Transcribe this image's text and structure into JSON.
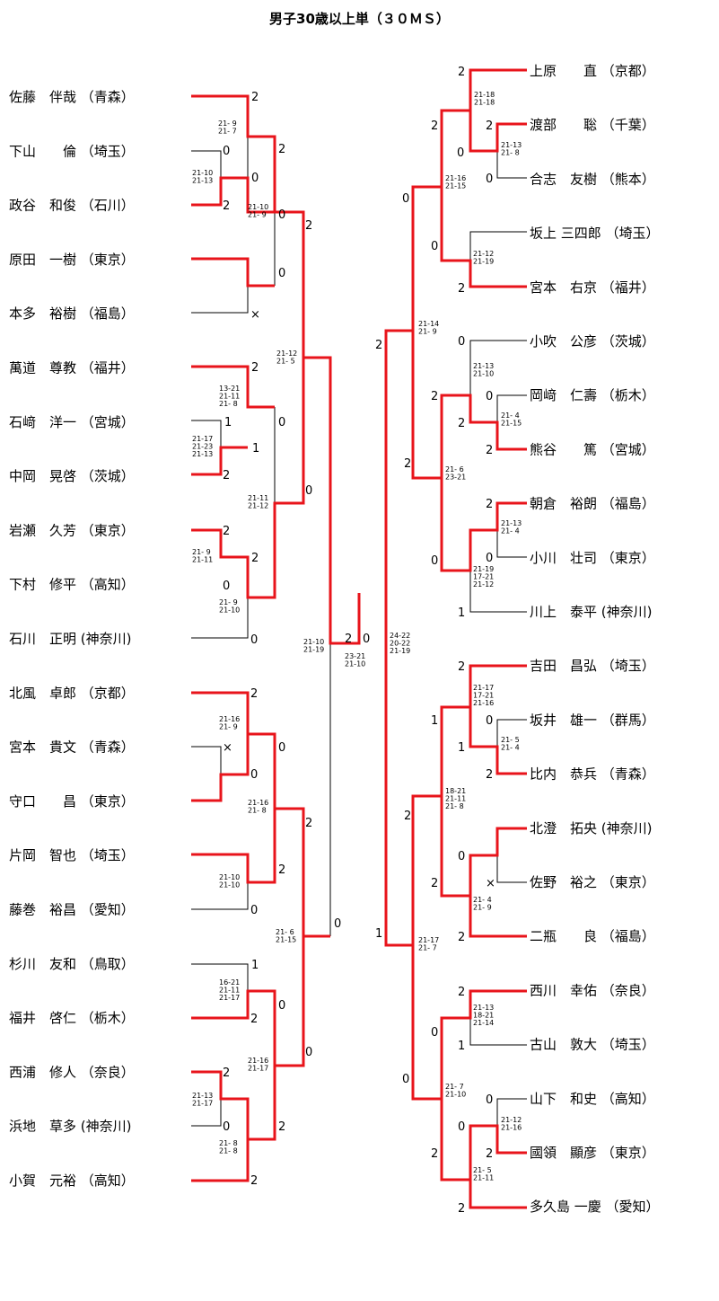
{
  "title": "男子30歳以上単（３０ＭＳ）",
  "colors": {
    "winner_line": "#e8141b",
    "loser_line": "#000000"
  },
  "left_players": [
    {
      "name": "佐藤　伴哉",
      "pref": "（青森）"
    },
    {
      "name": "下山　　倫",
      "pref": "（埼玉）"
    },
    {
      "name": "政谷　和俊",
      "pref": "（石川）"
    },
    {
      "name": "原田　一樹",
      "pref": "（東京）"
    },
    {
      "name": "本多　裕樹",
      "pref": "（福島）"
    },
    {
      "name": "萬道　尊教",
      "pref": "（福井）"
    },
    {
      "name": "石﨑　洋一",
      "pref": "（宮城）"
    },
    {
      "name": "中岡　晃啓",
      "pref": "（茨城）"
    },
    {
      "name": "岩瀬　久芳",
      "pref": "（東京）"
    },
    {
      "name": "下村　修平",
      "pref": "（高知）"
    },
    {
      "name": "石川　正明",
      "pref": "(神奈川)"
    },
    {
      "name": "北風　卓郎",
      "pref": "（京都）"
    },
    {
      "name": "宮本　貴文",
      "pref": "（青森）"
    },
    {
      "name": "守口　　昌",
      "pref": "（東京）"
    },
    {
      "name": "片岡　智也",
      "pref": "（埼玉）"
    },
    {
      "name": "藤巻　裕昌",
      "pref": "（愛知）"
    },
    {
      "name": "杉川　友和",
      "pref": "（鳥取）"
    },
    {
      "name": "福井　啓仁",
      "pref": "（栃木）"
    },
    {
      "name": "西浦　修人",
      "pref": "（奈良）"
    },
    {
      "name": "浜地　草多",
      "pref": "(神奈川)"
    },
    {
      "name": "小賀　元裕",
      "pref": "（高知）"
    }
  ],
  "right_players": [
    {
      "name": "上原　　直",
      "pref": "（京都）"
    },
    {
      "name": "渡部　　聡",
      "pref": "（千葉）"
    },
    {
      "name": "合志　友樹",
      "pref": "（熊本）"
    },
    {
      "name": "坂上 三四郎",
      "pref": "（埼玉）"
    },
    {
      "name": "宮本　右京",
      "pref": "（福井）"
    },
    {
      "name": "小吹　公彦",
      "pref": "（茨城）"
    },
    {
      "name": "岡﨑　仁壽",
      "pref": "（栃木）"
    },
    {
      "name": "熊谷　　篤",
      "pref": "（宮城）"
    },
    {
      "name": "朝倉　裕朗",
      "pref": "（福島）"
    },
    {
      "name": "小川　壮司",
      "pref": "（東京）"
    },
    {
      "name": "川上　泰平",
      "pref": "(神奈川)"
    },
    {
      "name": "吉田　昌弘",
      "pref": "（埼玉）"
    },
    {
      "name": "坂井　雄一",
      "pref": "（群馬）"
    },
    {
      "name": "比内　恭兵",
      "pref": "（青森）"
    },
    {
      "name": "北澄　拓央",
      "pref": "(神奈川)"
    },
    {
      "name": "佐野　裕之",
      "pref": "（東京）"
    },
    {
      "name": "二瓶　　良",
      "pref": "（福島）"
    },
    {
      "name": "西川　幸佑",
      "pref": "（奈良）"
    },
    {
      "name": "古山　敦大",
      "pref": "（埼玉）"
    },
    {
      "name": "山下　和史",
      "pref": "（高知）"
    },
    {
      "name": "國領　顯彦",
      "pref": "（東京）"
    },
    {
      "name": "多久島 一慶",
      "pref": "（愛知）"
    }
  ],
  "round_scores": [
    {
      "id": "L1a",
      "value": "2"
    },
    {
      "id": "L1b",
      "value": "0"
    },
    {
      "id": "L2a",
      "value": "0"
    },
    {
      "id": "L2b",
      "value": "2"
    },
    {
      "id": "L3a",
      "value": "2"
    },
    {
      "id": "L3b",
      "value": "0"
    },
    {
      "id": "L4a",
      "value": "0"
    },
    {
      "id": "L4b",
      "value": "×"
    },
    {
      "id": "L5a",
      "value": "2"
    },
    {
      "id": "L6a",
      "value": "1"
    },
    {
      "id": "L6b",
      "value": "1"
    },
    {
      "id": "L6c",
      "value": "2"
    },
    {
      "id": "L7a",
      "value": "0"
    },
    {
      "id": "L8a",
      "value": "2"
    },
    {
      "id": "L8b",
      "value": "0"
    },
    {
      "id": "L9a",
      "value": "2"
    },
    {
      "id": "L9b",
      "value": "2"
    },
    {
      "id": "L10a",
      "value": "0"
    },
    {
      "id": "L11a",
      "value": "0"
    },
    {
      "id": "L12a",
      "value": "2"
    },
    {
      "id": "L12b",
      "value": "×"
    },
    {
      "id": "L12c",
      "value": "0"
    },
    {
      "id": "L13a",
      "value": "0"
    },
    {
      "id": "L14a",
      "value": "2"
    },
    {
      "id": "L14b",
      "value": "2"
    },
    {
      "id": "L15a",
      "value": "0"
    },
    {
      "id": "L16a",
      "value": "0"
    },
    {
      "id": "L17a",
      "value": "1"
    },
    {
      "id": "L17b",
      "value": "2"
    },
    {
      "id": "L18a",
      "value": "0"
    },
    {
      "id": "L19a",
      "value": "0"
    },
    {
      "id": "L20a",
      "value": "2"
    },
    {
      "id": "L20b",
      "value": "0"
    },
    {
      "id": "L21a",
      "value": "2"
    },
    {
      "id": "L21b",
      "value": "2"
    },
    {
      "id": "SFL",
      "value": "2"
    },
    {
      "id": "SFR",
      "value": "0"
    },
    {
      "id": "R1a",
      "value": "2"
    },
    {
      "id": "R1b",
      "value": "2"
    },
    {
      "id": "R1c",
      "value": "0"
    },
    {
      "id": "R1d",
      "value": "0"
    },
    {
      "id": "R2a",
      "value": "2"
    },
    {
      "id": "R2b",
      "value": "0"
    },
    {
      "id": "R2c",
      "value": "0"
    },
    {
      "id": "R2d",
      "value": "2"
    },
    {
      "id": "R3a",
      "value": "2"
    },
    {
      "id": "R3b",
      "value": "0"
    },
    {
      "id": "R3c",
      "value": "0"
    },
    {
      "id": "R3d",
      "value": "2"
    },
    {
      "id": "R3e",
      "value": "2"
    },
    {
      "id": "R3f",
      "value": "2"
    },
    {
      "id": "R4a",
      "value": "2"
    },
    {
      "id": "R4b",
      "value": "2"
    },
    {
      "id": "R4c",
      "value": "0"
    },
    {
      "id": "R4d",
      "value": "0"
    },
    {
      "id": "R4e",
      "value": "1"
    },
    {
      "id": "R5a",
      "value": "2"
    },
    {
      "id": "R5b",
      "value": "1"
    },
    {
      "id": "R5c",
      "value": "0"
    },
    {
      "id": "R5d",
      "value": "1"
    },
    {
      "id": "R5e",
      "value": "2"
    },
    {
      "id": "R6a",
      "value": "2"
    },
    {
      "id": "R6b",
      "value": "0"
    },
    {
      "id": "R6c",
      "value": "×"
    },
    {
      "id": "R6d",
      "value": "2"
    },
    {
      "id": "R6e",
      "value": "2"
    },
    {
      "id": "R6f",
      "value": "1"
    },
    {
      "id": "R7a",
      "value": "2"
    },
    {
      "id": "R7b",
      "value": "0"
    },
    {
      "id": "R7c",
      "value": "1"
    },
    {
      "id": "R7d",
      "value": "0"
    },
    {
      "id": "R8a",
      "value": "0"
    },
    {
      "id": "R8b",
      "value": "0"
    },
    {
      "id": "R8c",
      "value": "2"
    },
    {
      "id": "R8d",
      "value": "2"
    },
    {
      "id": "R8e",
      "value": "2"
    }
  ],
  "set_scores": [
    {
      "id": "s1",
      "lines": [
        "21- 9",
        "21- 7"
      ]
    },
    {
      "id": "s2",
      "lines": [
        "21-10",
        "21-13"
      ]
    },
    {
      "id": "s3",
      "lines": [
        "21-10",
        "21- 9"
      ]
    },
    {
      "id": "s4",
      "lines": [
        "13-21",
        "21-11",
        "21- 8"
      ]
    },
    {
      "id": "s5",
      "lines": [
        "21-17",
        "21-23",
        "21-13"
      ]
    },
    {
      "id": "s6",
      "lines": [
        "21-12",
        "21- 5"
      ]
    },
    {
      "id": "s7",
      "lines": [
        "21- 9",
        "21-11"
      ]
    },
    {
      "id": "s8",
      "lines": [
        "21- 9",
        "21-10"
      ]
    },
    {
      "id": "s9",
      "lines": [
        "21-11",
        "21-12"
      ]
    },
    {
      "id": "s10",
      "lines": [
        "21-16",
        "21- 9"
      ]
    },
    {
      "id": "s11",
      "lines": [
        "21-16",
        "21- 8"
      ]
    },
    {
      "id": "s12",
      "lines": [
        "21-10",
        "21-10"
      ]
    },
    {
      "id": "s13",
      "lines": [
        "16-21",
        "21-11",
        "21-17"
      ]
    },
    {
      "id": "s14",
      "lines": [
        "21-13",
        "21-17"
      ]
    },
    {
      "id": "s15",
      "lines": [
        "21-16",
        "21-17"
      ]
    },
    {
      "id": "s16",
      "lines": [
        "21- 8",
        "21- 8"
      ]
    },
    {
      "id": "s17",
      "lines": [
        "21- 6",
        "21-15"
      ]
    },
    {
      "id": "s18",
      "lines": [
        "21-10",
        "21-19"
      ]
    },
    {
      "id": "s19",
      "lines": [
        "23-21",
        "21-10"
      ]
    },
    {
      "id": "s20",
      "lines": [
        "24-22",
        "20-22",
        "21-19"
      ]
    },
    {
      "id": "r1",
      "lines": [
        "21-18",
        "21-18"
      ]
    },
    {
      "id": "r2",
      "lines": [
        "21-13",
        "21- 8"
      ]
    },
    {
      "id": "r3",
      "lines": [
        "21-16",
        "21-15"
      ]
    },
    {
      "id": "r4",
      "lines": [
        "21-12",
        "21-19"
      ]
    },
    {
      "id": "r5",
      "lines": [
        "21-14",
        "21- 9"
      ]
    },
    {
      "id": "r6",
      "lines": [
        "21-13",
        "21-10"
      ]
    },
    {
      "id": "r7",
      "lines": [
        "21- 4",
        "21-15"
      ]
    },
    {
      "id": "r8",
      "lines": [
        "21- 6",
        "23-21"
      ]
    },
    {
      "id": "r9",
      "lines": [
        "21-13",
        "21- 4"
      ]
    },
    {
      "id": "r10",
      "lines": [
        "21-19",
        "17-21",
        "21-12"
      ]
    },
    {
      "id": "r11",
      "lines": [
        "21-17",
        "17-21",
        "21-16"
      ]
    },
    {
      "id": "r12",
      "lines": [
        "21- 5",
        "21- 4"
      ]
    },
    {
      "id": "r13",
      "lines": [
        "18-21",
        "21-11",
        "21- 8"
      ]
    },
    {
      "id": "r14",
      "lines": [
        "21- 4",
        "21- 9"
      ]
    },
    {
      "id": "r15",
      "lines": [
        "21-17",
        "21- 7"
      ]
    },
    {
      "id": "r16",
      "lines": [
        "21-13",
        "18-21",
        "21-14"
      ]
    },
    {
      "id": "r17",
      "lines": [
        "21- 7",
        "21-10"
      ]
    },
    {
      "id": "r18",
      "lines": [
        "21-12",
        "21-16"
      ]
    },
    {
      "id": "r19",
      "lines": [
        "21- 5",
        "21-11"
      ]
    }
  ]
}
